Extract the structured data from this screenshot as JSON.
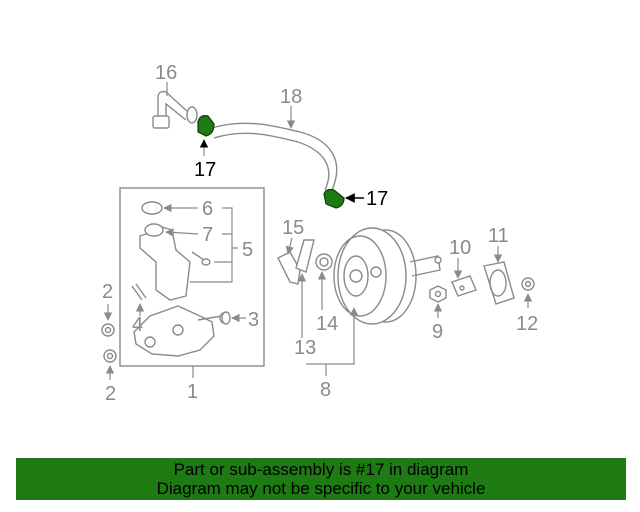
{
  "callouts": {
    "c1": "1",
    "c2a": "2",
    "c2b": "2",
    "c3": "3",
    "c4": "4",
    "c5": "5",
    "c6": "6",
    "c7": "7",
    "c8": "8",
    "c9": "9",
    "c10": "10",
    "c11": "11",
    "c12": "12",
    "c13": "13",
    "c14": "14",
    "c15": "15",
    "c16": "16",
    "c17a": "17",
    "c17b": "17",
    "c18": "18"
  },
  "banner": {
    "line1": "Part or sub-assembly is #17 in diagram",
    "line2": "Diagram may not be specific to your vehicle"
  },
  "colors": {
    "highlight": "#1e7a12",
    "banner_bg": "#1e7a12",
    "line": "#8a8a8a"
  },
  "icons": {
    "arrow": "arrowhead"
  }
}
